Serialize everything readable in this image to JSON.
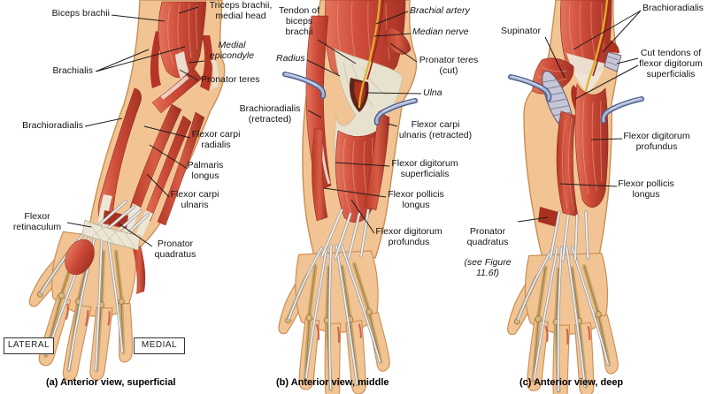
{
  "figure": {
    "type": "anatomical-diagram",
    "subject": "Muscles of the anterior forearm"
  },
  "colors": {
    "muscle": "#cc4a38",
    "muscle_dark": "#a63325",
    "muscle_light": "#e4745c",
    "skin": "#f2c493",
    "skin_outline": "#c98e55",
    "tendon_white": "#ece6d6",
    "bone_tan": "#c9a567",
    "retractor_steel": "#8a9cc0",
    "nerve_yellow": "#e0b02a",
    "artery_red": "#a02818",
    "label_text": "#141414"
  },
  "panels": [
    {
      "id": "a",
      "caption": "(a) Anterior view, superficial",
      "labels": {
        "biceps_brachii": "Biceps brachii",
        "triceps_brachii": "Triceps brachii,\nmedial head",
        "brachialis": "Brachialis",
        "medial_epicondyle": "Medial\nepicondyle",
        "pronator_teres": "Pronator teres",
        "brachioradialis": "Brachioradialis",
        "flexor_carpi_radialis": "Flexor carpi\nradialis",
        "palmaris_longus": "Palmaris\nlongus",
        "flexor_carpi_ulnaris": "Flexor carpi\nulnaris",
        "flexor_retinaculum": "Flexor\nretinaculum",
        "pronator_quadratus": "Pronator\nquadratus",
        "lateral_tag": "LATERAL",
        "medial_tag": "MEDIAL"
      }
    },
    {
      "id": "b",
      "caption": "(b) Anterior view, middle",
      "labels": {
        "tendon_of_biceps": "Tendon of\nbiceps\nbrachii",
        "brachial_artery": "Brachial artery",
        "median_nerve": "Median nerve",
        "radius": "Radius",
        "pronator_teres_cut": "Pronator teres\n(cut)",
        "ulna": "Ulna",
        "brachioradialis_retracted": "Brachioradialis\n(retracted)",
        "flexor_carpi_ulnaris_retracted": "Flexor carpi\nulnaris (retracted)",
        "flexor_digitorum_superficialis": "Flexor digitorum\nsuperficialis",
        "flexor_pollicis_longus": "Flexor pollicis\nlongus",
        "flexor_digitorum_profundus": "Flexor digitorum\nprofundus"
      }
    },
    {
      "id": "c",
      "caption": "(c) Anterior view, deep",
      "labels": {
        "supinator": "Supinator",
        "brachioradialis": "Brachioradialis",
        "cut_tendons_fds": "Cut tendons of\nflexor digitorum\nsuperficialis",
        "flexor_digitorum_profundus": "Flexor digitorum\nprofundus",
        "flexor_pollicis_longus": "Flexor pollicis\nlongus",
        "pronator_quadratus": "Pronator\nquadratus",
        "pronator_quadratus_note": "(see Figure\n11.6f)"
      }
    }
  ]
}
